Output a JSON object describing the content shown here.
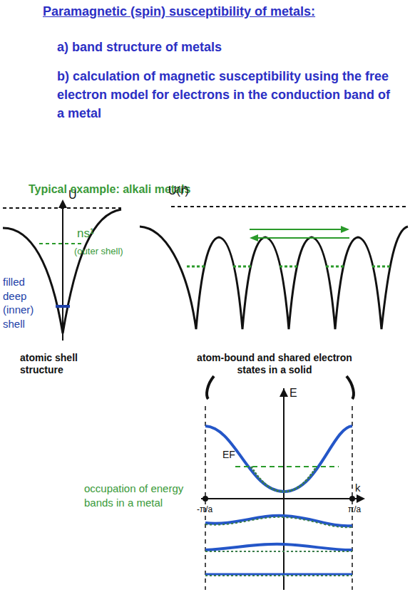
{
  "diagram": {
    "title": "Paramagnetic (spin) susceptibility of metals:",
    "labels": [
      "a) band structure of metals",
      "b) calculation of magnetic susceptibility using the free electron model for electrons in the conduction band of a metal",
      "Typical example: alkali metals",
      "U",
      "U(r⃗)",
      "ns¹",
      "(outer shell)",
      "filled deep (inner) shell",
      "atomic shell structure",
      "atom-bound and shared electron states in a solid",
      "E",
      "EF",
      "-π/a",
      "π/a",
      "k",
      "occupation of energy bands in a metal"
    ]
  }
}
